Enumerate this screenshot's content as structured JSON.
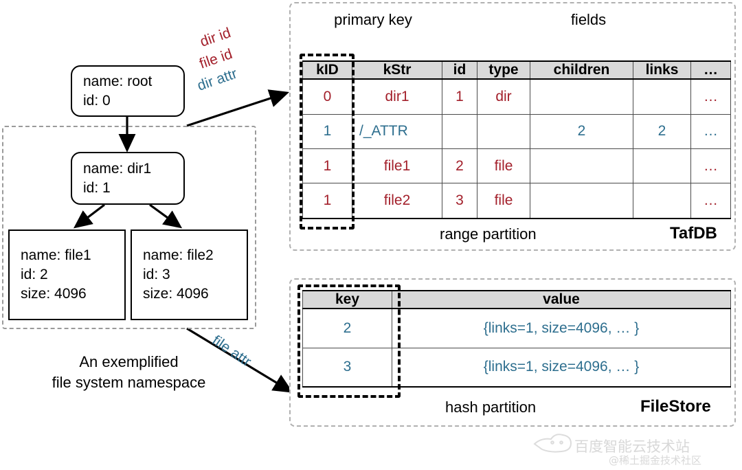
{
  "namespace": {
    "caption_line1": "An exemplified",
    "caption_line2": "file system namespace",
    "nodes": [
      {
        "name_line": "name: root",
        "id_line": "id: 0",
        "size_line": ""
      },
      {
        "name_line": "name: dir1",
        "id_line": "id: 1",
        "size_line": ""
      },
      {
        "name_line": "name: file1",
        "id_line": "id: 2",
        "size_line": "size: 4096"
      },
      {
        "name_line": "name: file2",
        "id_line": "id: 3",
        "size_line": "size: 4096"
      }
    ]
  },
  "annotations": {
    "dir_id": "dir id",
    "file_id": "file id",
    "dir_attr": "dir attr",
    "file_attr": "file attr",
    "range_partition": "range partition",
    "hash_partition": "hash partition"
  },
  "tafdb": {
    "store_name": "TafDB",
    "brace_primary_key": "primary key",
    "brace_fields": "fields",
    "columns": [
      "kID",
      "kStr",
      "id",
      "type",
      "children",
      "links",
      "…"
    ],
    "rows": [
      {
        "style": "red",
        "cells": [
          "0",
          "dir1",
          "1",
          "dir",
          "",
          "",
          "…"
        ]
      },
      {
        "style": "blue",
        "cells": [
          "1",
          "/_ATTR",
          "",
          "",
          "2",
          "2",
          "…"
        ]
      },
      {
        "style": "red",
        "cells": [
          "1",
          "file1",
          "2",
          "file",
          "",
          "",
          "…"
        ]
      },
      {
        "style": "red",
        "cells": [
          "1",
          "file2",
          "3",
          "file",
          "",
          "",
          "…"
        ]
      }
    ]
  },
  "filestore": {
    "store_name": "FileStore",
    "columns": [
      "key",
      "value"
    ],
    "rows": [
      {
        "style": "blue",
        "cells": [
          "2",
          "{links=1, size=4096, … }"
        ]
      },
      {
        "style": "blue",
        "cells": [
          "3",
          "{links=1, size=4096, … }"
        ]
      }
    ]
  },
  "watermark": {
    "line1": "百度智能云技术站",
    "line2": "@稀土掘金技术社区"
  },
  "colors": {
    "red": "#a3202b",
    "blue": "#2d6e8e",
    "header_bg": "#d9d9d9",
    "dash_gray": "#b0b0b0",
    "line": "#000000"
  }
}
